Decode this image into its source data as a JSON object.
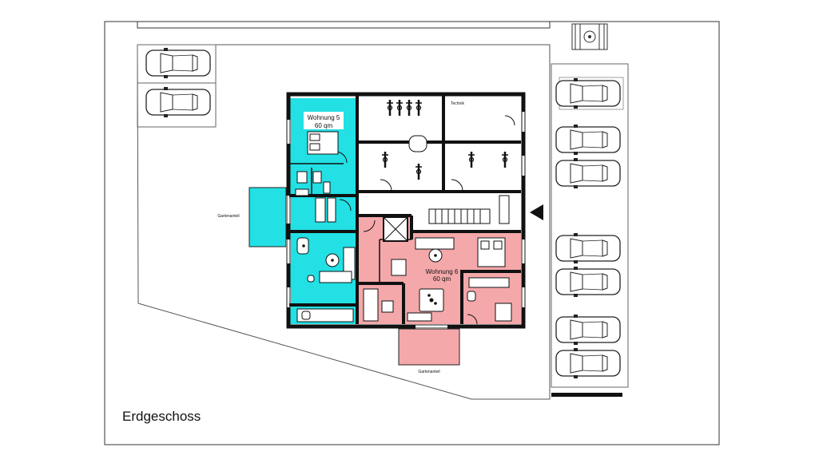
{
  "title": "Erdgeschoss",
  "units": [
    {
      "name": "Wohnung 5",
      "area": "60 qm",
      "color": "#22e0e4"
    },
    {
      "name": "Wohnung 6",
      "area": "60 qm",
      "color": "#f4a8aa"
    }
  ],
  "rooms": {
    "technik": "Technik"
  },
  "garden_labels": {
    "left": "Gartenanteil",
    "bottom": "Gartenanteil"
  },
  "colors": {
    "wall": "#111111",
    "line": "#333333",
    "cyan": "#22e0e4",
    "pink": "#f4a8aa"
  }
}
